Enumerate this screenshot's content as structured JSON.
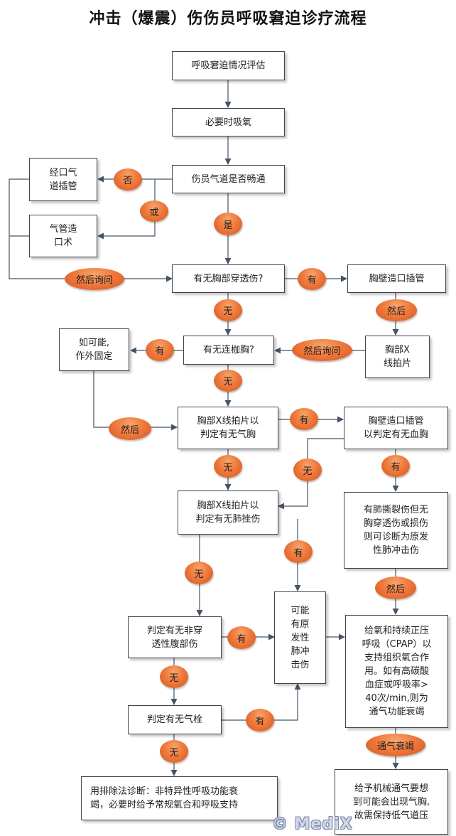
{
  "title": "冲击（爆震）伤伤员呼吸窘迫诊疗流程",
  "nodes": {
    "assess": "呼吸窘迫情况评估",
    "oxygen": "必要时吸氧",
    "airway": "伤员气道是否畅通",
    "intubation": "经口气\n道插管",
    "tracheotomy": "气管造\n口术",
    "penetrating": "有无胸部穿透伤?",
    "chest_tube_1": "胸壁造口插管",
    "chest_xray_1": "胸部X\n线拍片",
    "flail": "有无连枷胸?",
    "external_fix": "如可能,\n作外固定",
    "pneumothorax": "胸部X线拍片以\n判定有无气胸",
    "chest_tube_2": "胸壁造口插管\n以判定有无血胸",
    "contusion_check": "胸部X线拍片以\n判定有无肺挫伤",
    "lung_tear": "有肺撕裂伤但无\n胸穿透伤或损伤\n则可诊断为原发\n性肺冲击伤",
    "abdomen": "判定有无非穿\n透性腹部伤",
    "possible_blast": "可能\n有原\n发性\n肺冲\n击伤",
    "cpap": "给氧和持续正压\n呼吸（CPAP）以\n支持组织氧合作\n用。如有高碳酸\n血症或呼吸率>\n40次/min,则为\n通气功能衰竭",
    "embolism": "判定有无气栓",
    "exclusion": "用排除法诊断：非特异性呼吸功能衰\n竭，必要时给予常规氧合和呼吸支持",
    "mech_vent": "给予机械通气要想\n到可能会出现气胸,\n故需保持低气道压"
  },
  "labels": {
    "no_airway": "否",
    "or": "或",
    "yes_airway": "是",
    "then_ask_1": "然后询问",
    "has_penetrating": "有",
    "no_penetrating": "无",
    "then_1": "然后",
    "then_ask_2": "然后询问",
    "has_flail": "有",
    "no_flail": "无",
    "then_2": "然后",
    "has_pneumo": "有",
    "no_pneumo": "无",
    "no_hemo": "无",
    "has_hemo": "有",
    "has_contusion": "有",
    "no_contusion": "无",
    "then_3": "然后",
    "has_abdomen": "有",
    "no_abdomen": "无",
    "has_embolism": "有",
    "no_embolism": "无",
    "vent_failure": "通气衰竭"
  },
  "watermark": "© MediX",
  "colors": {
    "line": "#445566",
    "oval": "#ef7a3d",
    "box_border": "#444444"
  }
}
